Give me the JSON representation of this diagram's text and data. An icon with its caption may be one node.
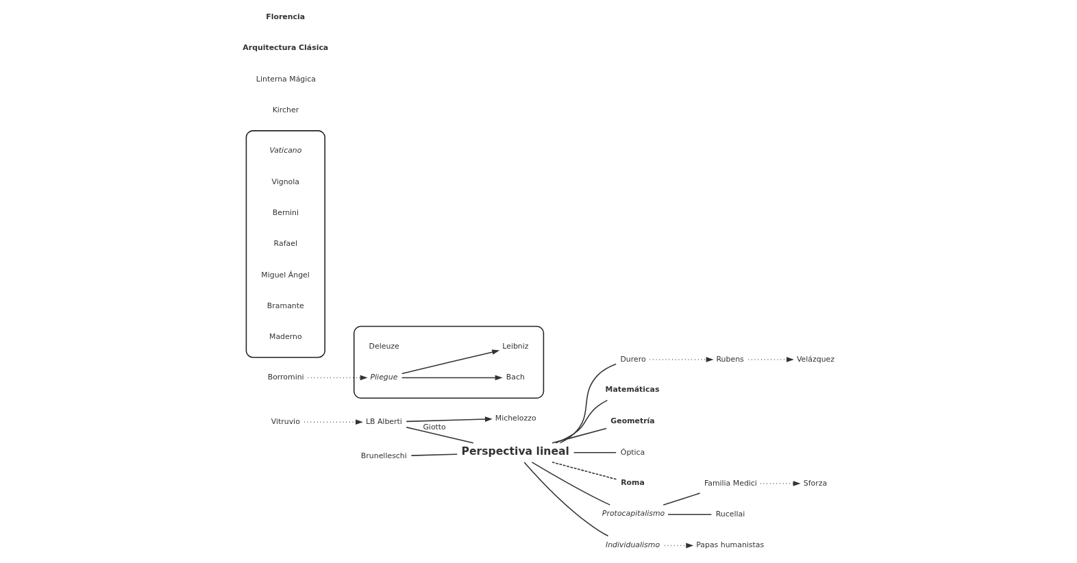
{
  "diagram": {
    "nodes": [
      {
        "text": [
          "Perspectiva lineal"
        ]
      },
      {
        "text": [
          "Rubens"
        ]
      },
      {
        "text": [
          "Velázquez"
        ]
      },
      {
        "text": [
          "Durero"
        ]
      },
      {
        "text": [
          "Matemáticas"
        ]
      },
      {
        "text": [
          "Geometría"
        ]
      },
      {
        "text": [
          "Óptica"
        ]
      },
      {
        "text": [
          "Vitruvio"
        ]
      },
      {
        "text": [
          "LB Alberti"
        ]
      },
      {
        "text": [
          "Michelozzo"
        ]
      },
      {
        "text": [
          "Brunelleschi"
        ]
      },
      {
        "text": [
          "Roma"
        ]
      },
      {
        "text": [
          "Protocapitalismo"
        ]
      },
      {
        "text": [
          "Individualismo"
        ]
      },
      {
        "text": [
          "Familia Medici"
        ]
      },
      {
        "text": [
          "Rucellai"
        ]
      },
      {
        "text": [
          "Papas humanistas"
        ]
      },
      {
        "text": [
          "Sforza"
        ]
      },
      {
        "text": [],
        "shape": "box"
      },
      {
        "text": [
          "Deleuze"
        ],
        "in": 18
      },
      {
        "text": [
          "Bach"
        ],
        "in": 18
      },
      {
        "text": [
          "Leibniz"
        ],
        "in": 18
      },
      {
        "text": [
          "Pliegue"
        ],
        "in": 18
      },
      {
        "text": [
          "Borromini"
        ]
      },
      {
        "text": [],
        "shape": "box"
      },
      {
        "text": [
          "Vaticano"
        ],
        "in": 24
      },
      {
        "text": [
          "Vignola"
        ],
        "in": 24
      },
      {
        "text": [
          "Bernini"
        ],
        "in": 24
      },
      {
        "text": [
          "Rafael"
        ],
        "in": 24
      },
      {
        "text": [
          "Miguel Ángel"
        ],
        "in": 24
      },
      {
        "text": [
          "Bramante"
        ],
        "in": 24
      },
      {
        "text": [
          "Maderno"
        ],
        "in": 24
      }
    ],
    "edges": [
      {
        "from": 0,
        "to": 3,
        "arrow": "none"
      },
      {
        "from": 0,
        "to": 4,
        "arrow": "none"
      },
      {
        "from": 0,
        "to": 5,
        "arrow": "none"
      },
      {
        "from": 0,
        "to": 6,
        "arrow": "none"
      },
      {
        "from": 8,
        "to": 0,
        "arrow": "none",
        "label": "Giotto"
      },
      {
        "from": 10,
        "to": 0,
        "arrow": "none"
      },
      {
        "from": 0,
        "to": 11,
        "arrow": "none",
        "style": "dashed"
      },
      {
        "from": 0,
        "to": 12,
        "arrow": "none"
      },
      {
        "from": 0,
        "to": 13,
        "arrow": "none"
      },
      {
        "from": 12,
        "to": 14,
        "arrow": "none"
      },
      {
        "from": 12,
        "to": 15,
        "arrow": "none"
      },
      {
        "from": 14,
        "to": 17,
        "arrow": "to",
        "style": "dashed"
      },
      {
        "from": 13,
        "to": 16,
        "arrow": "to",
        "style": "dashed"
      },
      {
        "from": 3,
        "to": 1,
        "arrow": "to",
        "style": "dashed"
      },
      {
        "from": 1,
        "to": 2,
        "arrow": "to",
        "style": "dashed"
      },
      {
        "from": 7,
        "to": 8,
        "arrow": "to",
        "style": "dashed"
      },
      {
        "from": 8,
        "to": 9,
        "arrow": "to"
      },
      {
        "from": 23,
        "to": 22,
        "arrow": "to",
        "style": "dashed"
      },
      {
        "from": 22,
        "to": 21,
        "arrow": "to"
      },
      {
        "from": 22,
        "to": 20,
        "arrow": "to"
      }
    ],
    "labels": [
      "Kircher",
      "Linterna Mágica",
      "Arquitectura Clásica",
      "Florencia"
    ]
  }
}
